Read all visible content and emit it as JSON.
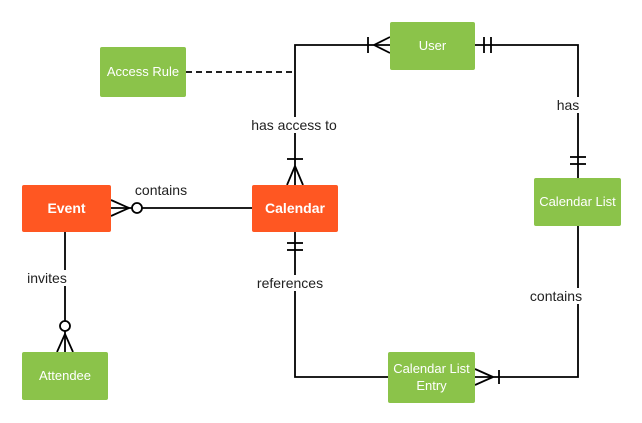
{
  "diagram": {
    "entities": {
      "access_rule": {
        "label": "Access Rule",
        "color": "#8bc34a"
      },
      "user": {
        "label": "User",
        "color": "#8bc34a"
      },
      "event": {
        "label": "Event",
        "color": "#ff5722"
      },
      "calendar": {
        "label": "Calendar",
        "color": "#ff5722"
      },
      "calendar_list": {
        "label": "Calendar List",
        "color": "#8bc34a"
      },
      "attendee": {
        "label": "Attendee",
        "color": "#8bc34a"
      },
      "calendar_list_entry": {
        "label": "Calendar List Entry",
        "color": "#8bc34a"
      }
    },
    "relationship_labels": {
      "has_access_to": "has access to",
      "has": "has",
      "contains_events": "contains",
      "invites": "invites",
      "references": "references",
      "contains_entries": "contains"
    },
    "colors": {
      "entity_green": "#8bc34a",
      "entity_orange": "#ff5722",
      "line": "#000000",
      "label_text": "#212121",
      "background": "#ffffff"
    }
  }
}
